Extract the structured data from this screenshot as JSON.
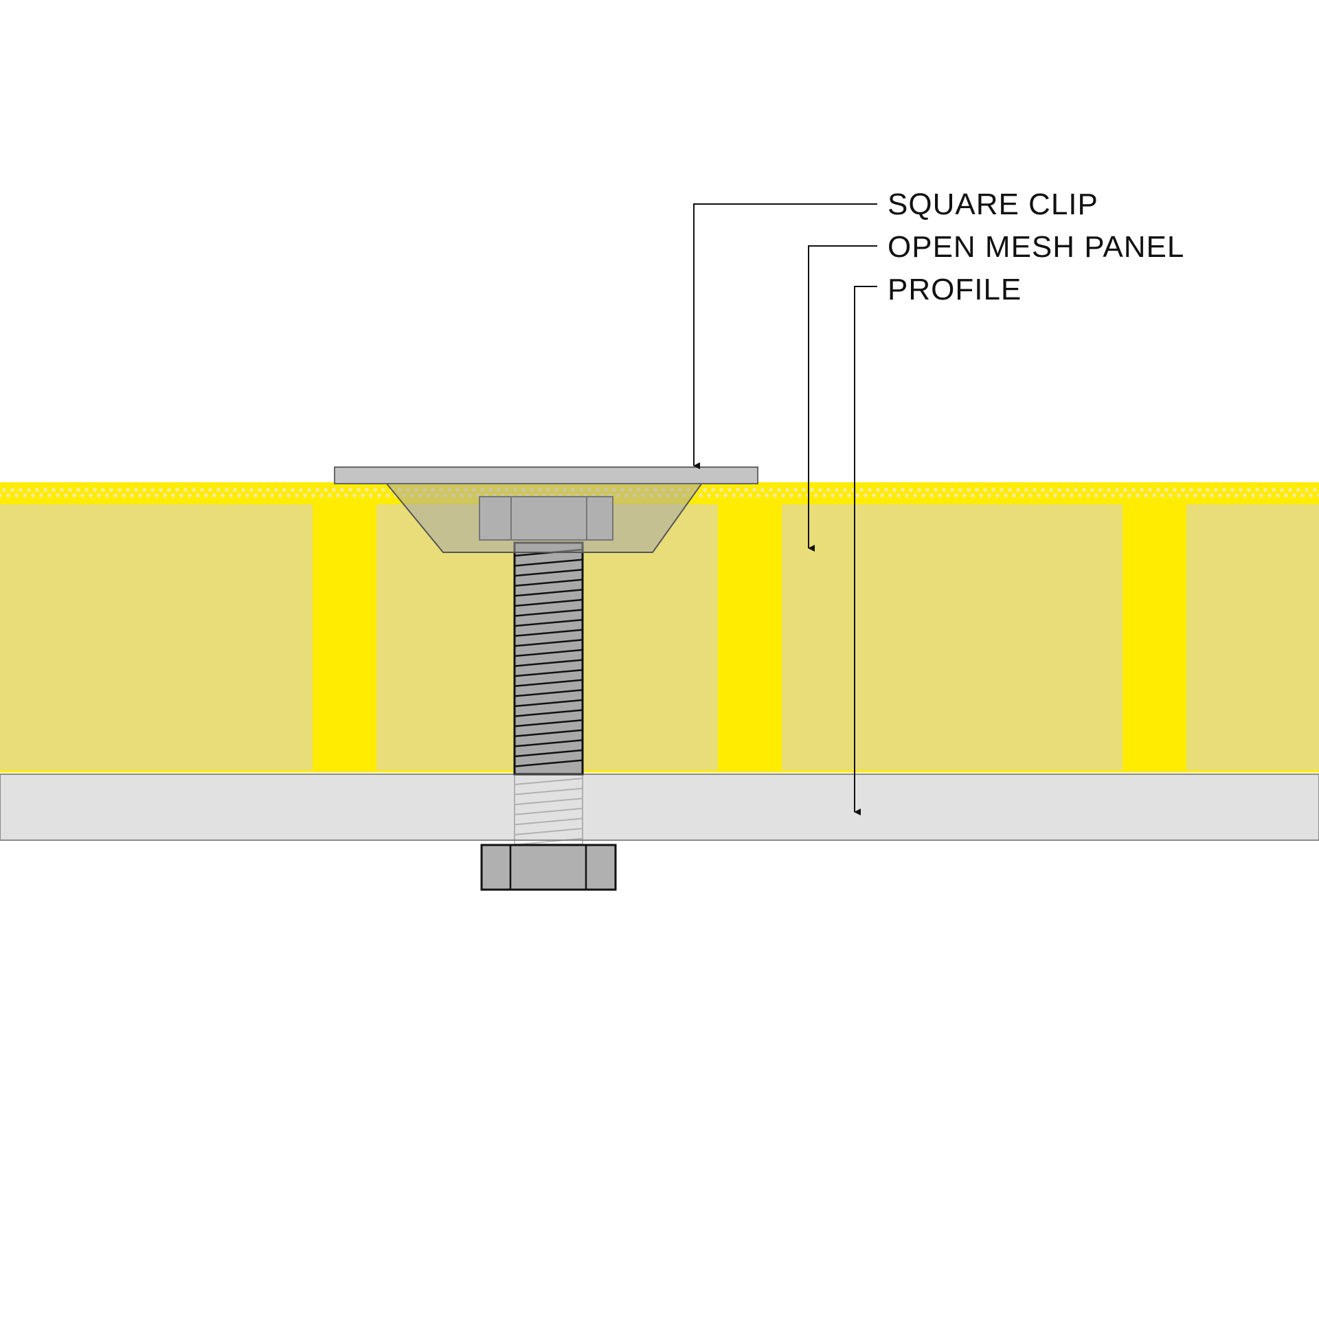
{
  "callouts": {
    "square_clip": "SQUARE CLIP",
    "open_mesh_panel": "OPEN MESH PANEL",
    "profile": "PROFILE"
  },
  "colors": {
    "background": "#ffffff",
    "mesh_panel": "#e8dd78",
    "mesh_bar": "#ffec00",
    "profile": "#e1e1e1",
    "clip_plate": "#c4c4c4",
    "clip_body": "#a8a8a8",
    "bolt": "#a9a9a9",
    "leader_line": "#111111"
  },
  "icons": {
    "arrow": "arrow-down-icon"
  }
}
